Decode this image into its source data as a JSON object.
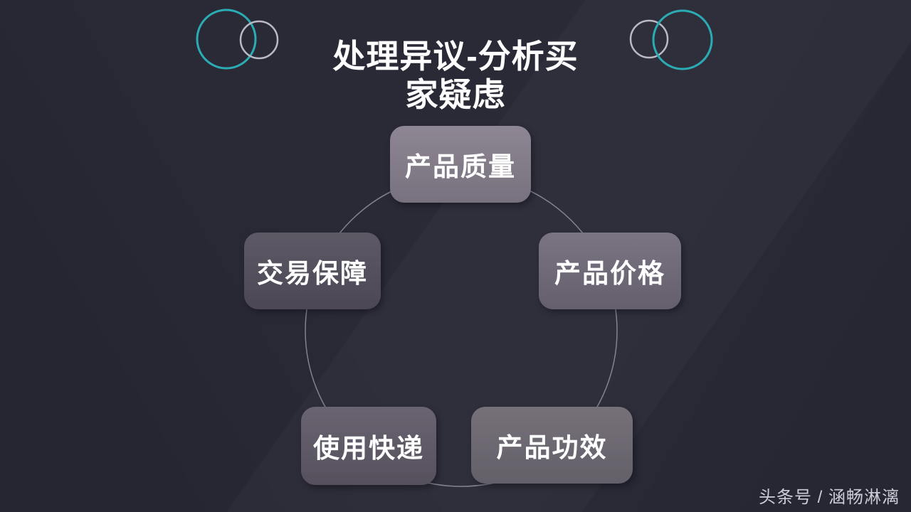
{
  "slide": {
    "title": {
      "line1": "处理异议-分析买",
      "line2": "家疑虑"
    },
    "watermark": "头条号 / 涵畅淋漓",
    "colors": {
      "background": "#2a2a37",
      "teal_ring": "#2aacb4",
      "gray_ring": "#b9bac3",
      "connector_ring": "#a7a8b2",
      "title_text": "#ffffff",
      "box_text": "#ffffff",
      "watermark_text": "#cdcdd6"
    },
    "diagram": {
      "type": "cycle",
      "boxes": [
        {
          "id": "product-quality",
          "label": "产品质量",
          "position": "top",
          "color_top": "#8e8793",
          "color_bottom": "#78717e"
        },
        {
          "id": "product-price",
          "label": "产品价格",
          "position": "right",
          "color_top": "#7b7583",
          "color_bottom": "#655f6d"
        },
        {
          "id": "product-efficacy",
          "label": "产品功效",
          "position": "bottom-right",
          "color_top": "#767079",
          "color_bottom": "#636069"
        },
        {
          "id": "express-delivery",
          "label": "使用快递",
          "position": "bottom-left",
          "color_top": "#6a6471",
          "color_bottom": "#55505c"
        },
        {
          "id": "transaction-guarantee",
          "label": "交易保障",
          "position": "left",
          "color_top": "#5d5965",
          "color_bottom": "#4b4754"
        }
      ]
    }
  }
}
